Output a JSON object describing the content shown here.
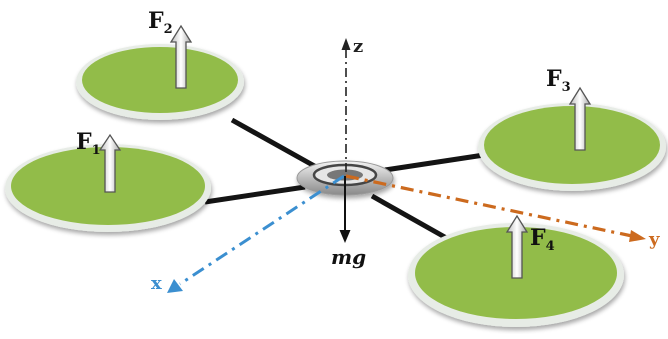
{
  "colors": {
    "rotor_fill": "#92bc48",
    "rotor_rim": "#e7ece6",
    "arm": "#141414",
    "axis_z": "#222222",
    "axis_y": "#cc6a1e",
    "axis_x": "#3b8fd0",
    "force_arrow_fill": "#d9d9d9",
    "force_arrow_stroke": "#555555"
  },
  "labels": {
    "f1": {
      "letter": "F",
      "sub": "1"
    },
    "f2": {
      "letter": "F",
      "sub": "2"
    },
    "f3": {
      "letter": "F",
      "sub": "3"
    },
    "f4": {
      "letter": "F",
      "sub": "4"
    },
    "mg": "mg",
    "axis_z": "z",
    "axis_y": "y",
    "axis_x": "x"
  }
}
